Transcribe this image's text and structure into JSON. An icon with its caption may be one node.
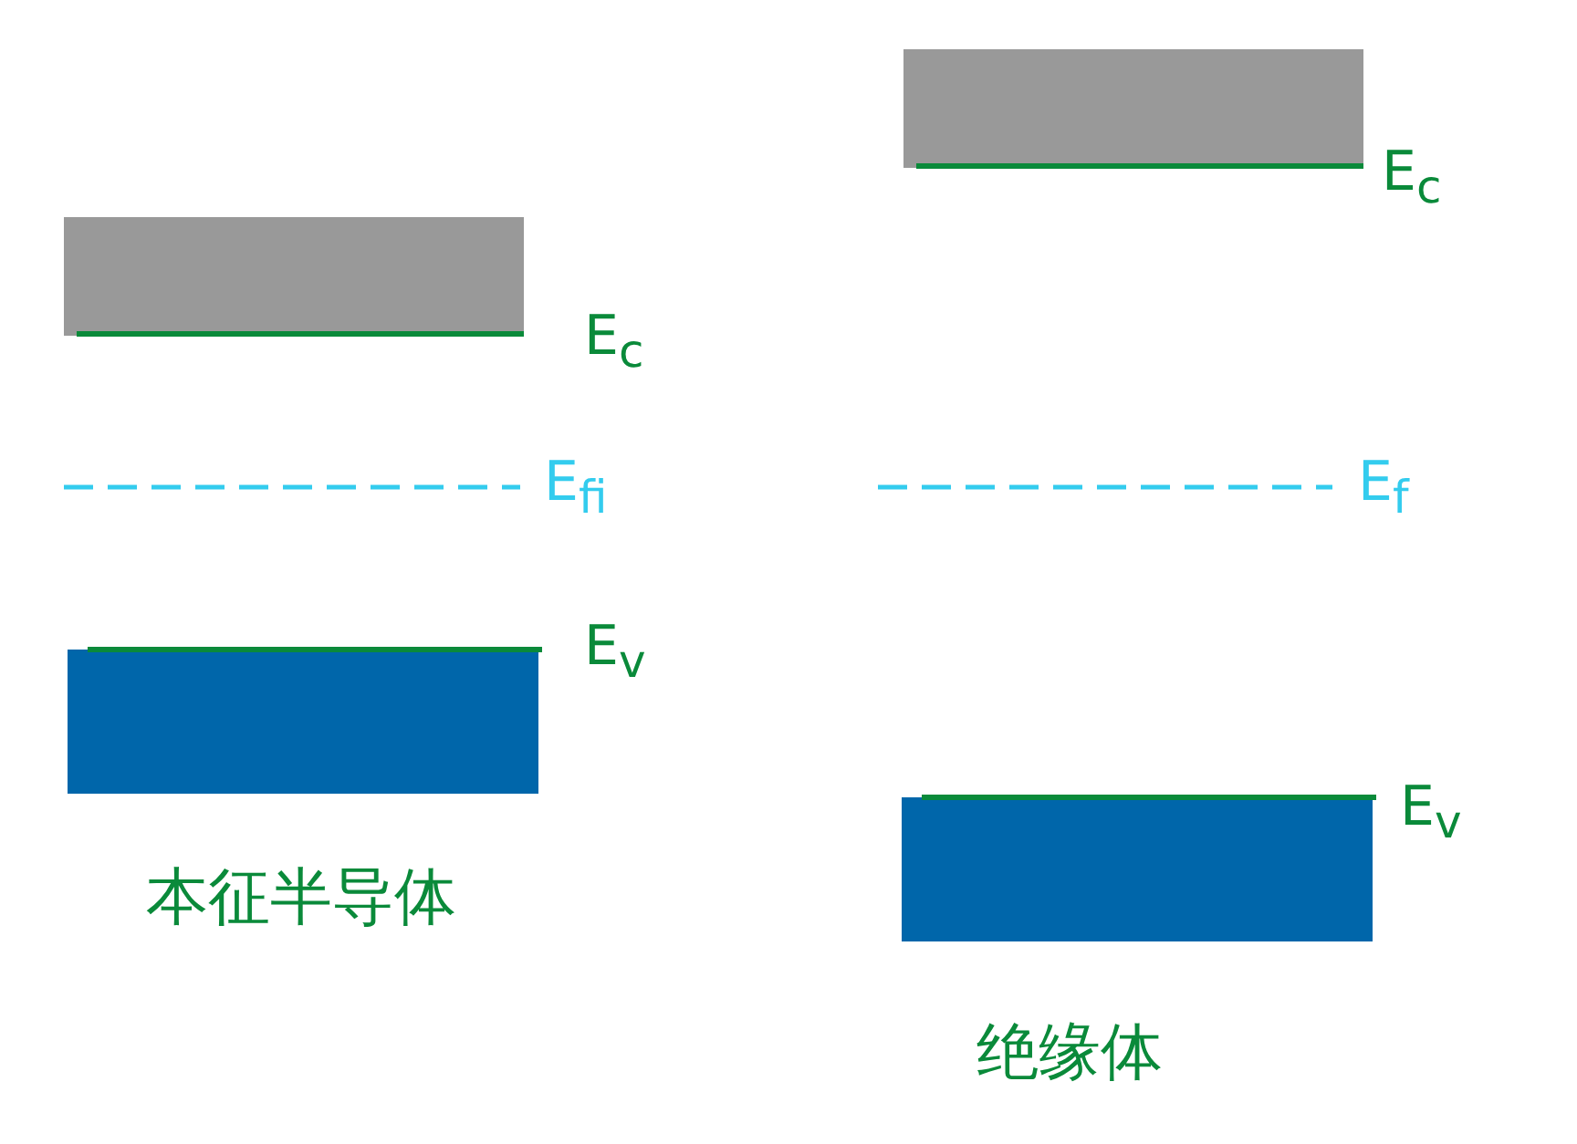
{
  "diagram": {
    "labels": [
      "E$_{c}$",
      "E$_{fi}$",
      "E$_{v}$",
      "本征半导体",
      "E$_{c}$",
      "E$_{f}$",
      "E$_{v}$",
      "绝缘体"
    ]
  }
}
